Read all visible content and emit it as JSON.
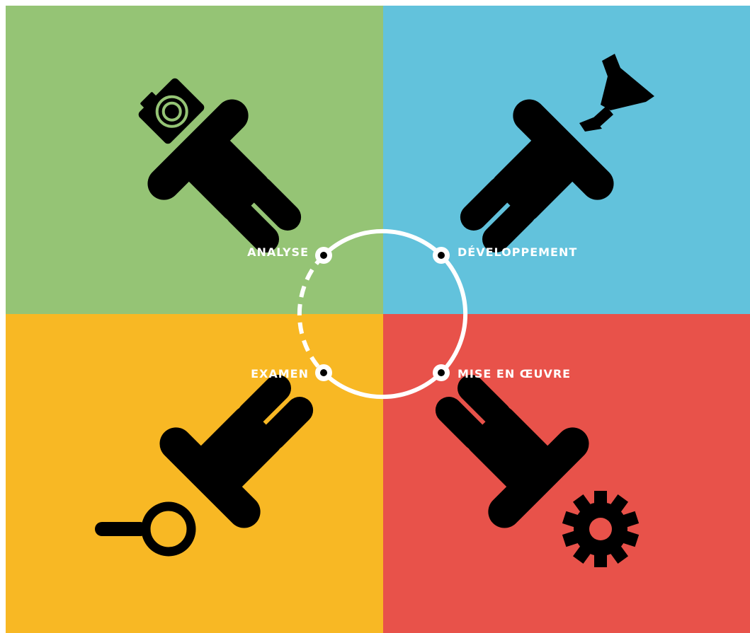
{
  "colors": {
    "analysis": "#95c475",
    "development": "#62c2dc",
    "review": "#f8b824",
    "implementation": "#e8524a",
    "figure": "#000000",
    "cycle": "#ffffff"
  },
  "stages": {
    "analysis": {
      "label": "ANALYSE",
      "icon": "camera-icon"
    },
    "development": {
      "label": "DÉVELOPPEMENT",
      "icon": "funnel-icon"
    },
    "review": {
      "label": "EXAMEN",
      "icon": "magnifier-icon"
    },
    "implementation": {
      "label": "MISE EN ŒUVRE",
      "icon": "gear-icon"
    }
  }
}
